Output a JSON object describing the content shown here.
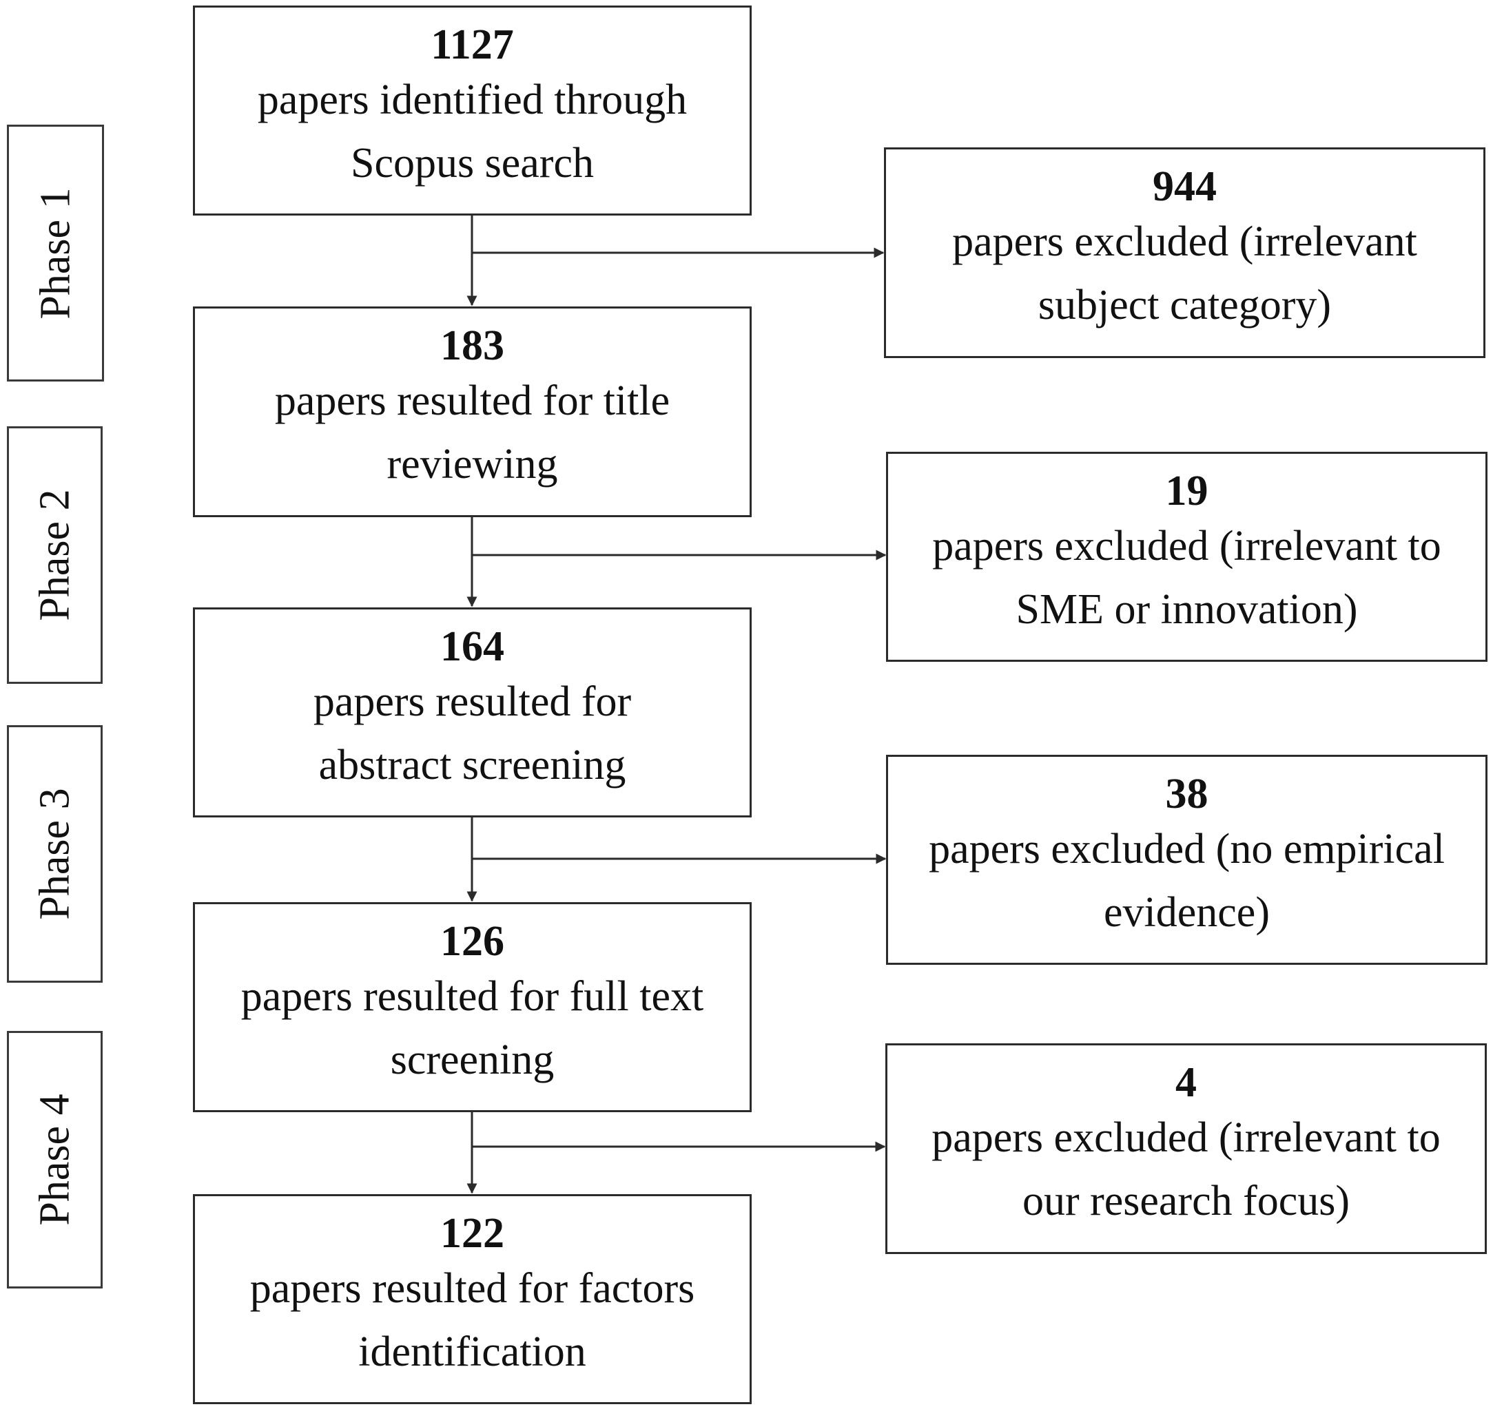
{
  "phases": [
    "Phase 1",
    "Phase 2",
    "Phase 3",
    "Phase 4"
  ],
  "main_boxes": [
    {
      "count": "1127",
      "lines": [
        "papers identified through",
        "Scopus search"
      ]
    },
    {
      "count": "183",
      "lines": [
        "papers resulted for title",
        "reviewing"
      ]
    },
    {
      "count": "164",
      "lines": [
        "papers resulted for",
        "abstract screening"
      ]
    },
    {
      "count": "126",
      "lines": [
        "papers resulted for full text",
        "screening"
      ]
    },
    {
      "count": "122",
      "lines": [
        "papers resulted for factors",
        "identification"
      ]
    }
  ],
  "excluded_boxes": [
    {
      "count": "944",
      "lines": [
        "papers excluded (irrelevant",
        "subject category)"
      ]
    },
    {
      "count": "19",
      "lines": [
        "papers excluded (irrelevant to",
        "SME or innovation)"
      ]
    },
    {
      "count": "38",
      "lines": [
        "papers excluded (no empirical",
        "evidence)"
      ]
    },
    {
      "count": "4",
      "lines": [
        "papers excluded (irrelevant to",
        "our research focus)"
      ]
    }
  ]
}
